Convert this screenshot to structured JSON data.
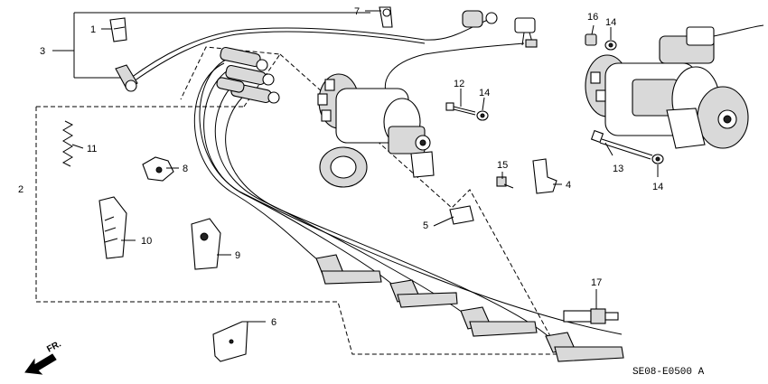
{
  "diagram": {
    "reference_code": "SE08-E0500 A",
    "direction_label": "FR.",
    "callouts": [
      "1",
      "2",
      "3",
      "4",
      "5",
      "6",
      "7",
      "8",
      "9",
      "10",
      "11",
      "12",
      "13",
      "14",
      "14",
      "14",
      "15",
      "16",
      "17"
    ]
  }
}
